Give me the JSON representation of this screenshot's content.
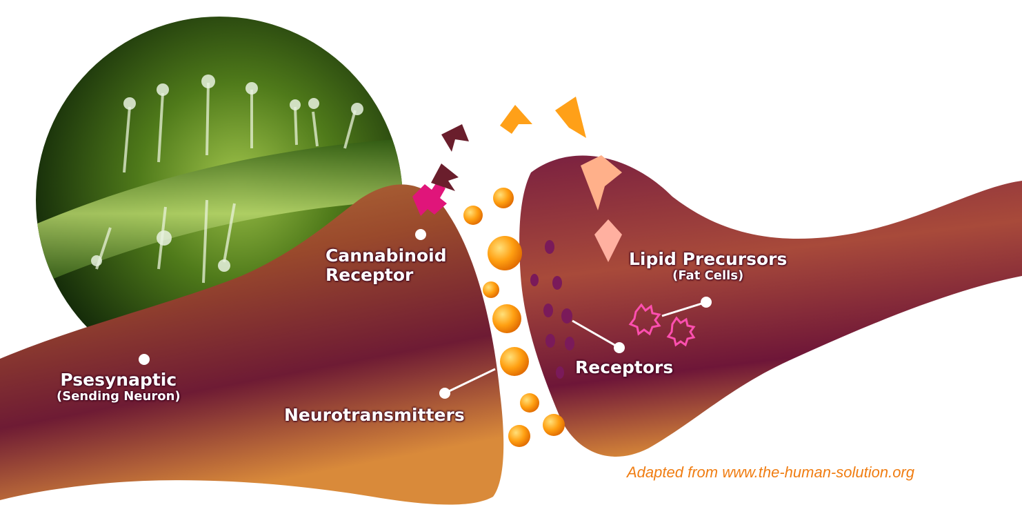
{
  "labels": {
    "cannabinoid_receptor": [
      "Cannabinoid",
      "Receptor"
    ],
    "presynaptic": [
      "Psesynaptic",
      "(Sending Neuron)"
    ],
    "neurotransmitters": "Neurotransmitters",
    "receptors": "Receptors",
    "lipid_precursors": [
      "Lipid Precursors",
      "(Fat Cells)"
    ]
  },
  "credit": "Adapted from www.the-human-solution.org",
  "colors": {
    "neuron_dark": "#6b1238",
    "neuron_mid": "#a8502e",
    "neuron_light": "#c98a4a",
    "neurotransmitter": "#ff9a10",
    "receptor_site": "#e0157a",
    "plant_green": "#5f8a22",
    "credit_text": "#f07d12"
  }
}
